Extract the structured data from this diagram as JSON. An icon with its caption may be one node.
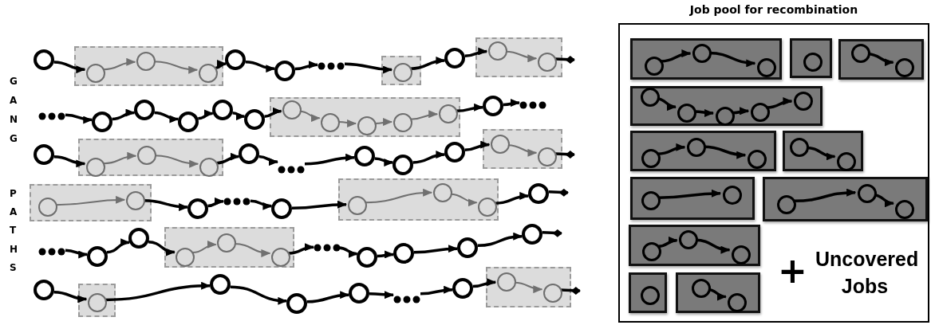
{
  "diagram": {
    "nodes": [
      {
        "text": [],
        "shape": "circle"
      },
      {
        "text": [],
        "shape": "box"
      },
      {
        "text": [],
        "shape": "circle",
        "in": 1
      },
      {
        "text": [],
        "shape": "circle",
        "in": 1
      },
      {
        "text": [],
        "shape": "circle",
        "in": 1
      },
      {
        "text": [],
        "shape": "circle"
      },
      {
        "text": [],
        "shape": "circle"
      },
      {
        "text": [],
        "shape": "dots"
      },
      {
        "text": [],
        "shape": "box"
      },
      {
        "text": [],
        "shape": "circle",
        "in": 8
      },
      {
        "text": [],
        "shape": "circle"
      },
      {
        "text": [],
        "shape": "box"
      },
      {
        "text": [],
        "shape": "circle",
        "in": 11
      },
      {
        "text": [],
        "shape": "circle",
        "in": 11
      },
      {
        "text": [],
        "shape": "dots"
      },
      {
        "text": [],
        "shape": "circle"
      },
      {
        "text": [],
        "shape": "circle"
      },
      {
        "text": [],
        "shape": "circle"
      },
      {
        "text": [],
        "shape": "circle"
      },
      {
        "text": [],
        "shape": "circle"
      },
      {
        "text": [],
        "shape": "box"
      },
      {
        "text": [],
        "shape": "circle",
        "in": 20
      },
      {
        "text": [],
        "shape": "circle",
        "in": 20
      },
      {
        "text": [],
        "shape": "circle",
        "in": 20
      },
      {
        "text": [],
        "shape": "circle",
        "in": 20
      },
      {
        "text": [],
        "shape": "circle",
        "in": 20
      },
      {
        "text": [],
        "shape": "circle"
      },
      {
        "text": [],
        "shape": "dots"
      },
      {
        "text": [],
        "shape": "circle"
      },
      {
        "text": [],
        "shape": "box"
      },
      {
        "text": [],
        "shape": "circle",
        "in": 29
      },
      {
        "text": [],
        "shape": "circle",
        "in": 29
      },
      {
        "text": [],
        "shape": "circle",
        "in": 29
      },
      {
        "text": [],
        "shape": "circle"
      },
      {
        "text": [],
        "shape": "dots"
      },
      {
        "text": [],
        "shape": "circle"
      },
      {
        "text": [],
        "shape": "circle"
      },
      {
        "text": [],
        "shape": "circle"
      },
      {
        "text": [],
        "shape": "box"
      },
      {
        "text": [],
        "shape": "circle",
        "in": 38
      },
      {
        "text": [],
        "shape": "circle",
        "in": 38
      },
      {
        "text": [],
        "shape": "box"
      },
      {
        "text": [],
        "shape": "circle",
        "in": 41
      },
      {
        "text": [],
        "shape": "circle",
        "in": 41
      },
      {
        "text": [],
        "shape": "circle"
      },
      {
        "text": [],
        "shape": "dots"
      },
      {
        "text": [],
        "shape": "circle"
      },
      {
        "text": [],
        "shape": "box"
      },
      {
        "text": [],
        "shape": "circle",
        "in": 47
      },
      {
        "text": [],
        "shape": "circle",
        "in": 47
      },
      {
        "text": [],
        "shape": "circle",
        "in": 47
      },
      {
        "text": [],
        "shape": "circle"
      },
      {
        "text": [],
        "shape": "dots"
      },
      {
        "text": [],
        "shape": "circle"
      },
      {
        "text": [],
        "shape": "circle"
      },
      {
        "text": [],
        "shape": "box"
      },
      {
        "text": [],
        "shape": "circle",
        "in": 55
      },
      {
        "text": [],
        "shape": "circle",
        "in": 55
      },
      {
        "text": [],
        "shape": "circle",
        "in": 55
      },
      {
        "text": [],
        "shape": "dots"
      },
      {
        "text": [],
        "shape": "circle"
      },
      {
        "text": [],
        "shape": "circle"
      },
      {
        "text": [],
        "shape": "circle"
      },
      {
        "text": [],
        "shape": "circle"
      },
      {
        "text": [],
        "shape": "circle"
      },
      {
        "text": [],
        "shape": "box"
      },
      {
        "text": [],
        "shape": "circle",
        "in": 65
      },
      {
        "text": [],
        "shape": "circle"
      },
      {
        "text": [],
        "shape": "circle"
      },
      {
        "text": [],
        "shape": "circle"
      },
      {
        "text": [],
        "shape": "dots"
      },
      {
        "text": [],
        "shape": "circle"
      },
      {
        "text": [],
        "shape": "box"
      },
      {
        "text": [],
        "shape": "circle",
        "in": 72
      },
      {
        "text": [],
        "shape": "circle",
        "in": 72
      },
      {
        "text": [
          "Job pool for recombination"
        ]
      },
      {
        "text": [],
        "shape": "box",
        "in": 75
      },
      {
        "text": [],
        "shape": "circle",
        "in": 76
      },
      {
        "text": [],
        "shape": "circle",
        "in": 76
      },
      {
        "text": [],
        "shape": "circle",
        "in": 76
      },
      {
        "text": [],
        "shape": "box",
        "in": 75
      },
      {
        "text": [],
        "shape": "circle",
        "in": 80
      },
      {
        "text": [],
        "shape": "box",
        "in": 75
      },
      {
        "text": [],
        "shape": "circle",
        "in": 82
      },
      {
        "text": [],
        "shape": "circle",
        "in": 82
      },
      {
        "text": [],
        "shape": "box",
        "in": 75
      },
      {
        "text": [],
        "shape": "circle",
        "in": 85
      },
      {
        "text": [],
        "shape": "circle",
        "in": 85
      },
      {
        "text": [],
        "shape": "circle",
        "in": 85
      },
      {
        "text": [],
        "shape": "circle",
        "in": 85
      },
      {
        "text": [],
        "shape": "circle",
        "in": 85
      },
      {
        "text": [],
        "shape": "box",
        "in": 75
      },
      {
        "text": [],
        "shape": "circle",
        "in": 91
      },
      {
        "text": [],
        "shape": "circle",
        "in": 91
      },
      {
        "text": [],
        "shape": "circle",
        "in": 91
      },
      {
        "text": [],
        "shape": "box",
        "in": 75
      },
      {
        "text": [],
        "shape": "circle",
        "in": 95
      },
      {
        "text": [],
        "shape": "circle",
        "in": 95
      },
      {
        "text": [],
        "shape": "box",
        "in": 75
      },
      {
        "text": [],
        "shape": "circle",
        "in": 98
      },
      {
        "text": [],
        "shape": "circle",
        "in": 98
      },
      {
        "text": [],
        "shape": "box",
        "in": 75
      },
      {
        "text": [],
        "shape": "circle",
        "in": 101
      },
      {
        "text": [],
        "shape": "circle",
        "in": 101
      },
      {
        "text": [],
        "shape": "circle",
        "in": 101
      },
      {
        "text": [],
        "shape": "box",
        "in": 75
      },
      {
        "text": [],
        "shape": "circle",
        "in": 105
      },
      {
        "text": [],
        "shape": "circle",
        "in": 105
      },
      {
        "text": [],
        "shape": "circle",
        "in": 105
      },
      {
        "text": [],
        "shape": "box",
        "in": 75
      },
      {
        "text": [],
        "shape": "circle",
        "in": 109
      },
      {
        "text": [],
        "shape": "box",
        "in": 75
      },
      {
        "text": [],
        "shape": "circle",
        "in": 111
      },
      {
        "text": [],
        "shape": "circle",
        "in": 111
      }
    ],
    "edges": [
      {
        "from": 0,
        "to": 2,
        "arrow": "to"
      },
      {
        "from": 2,
        "to": 3,
        "arrow": "to",
        "color": "#707070"
      },
      {
        "from": 3,
        "to": 4,
        "arrow": "to",
        "color": "#707070"
      },
      {
        "from": 4,
        "to": 5,
        "arrow": "to"
      },
      {
        "from": 5,
        "to": 6,
        "arrow": "to"
      },
      {
        "from": 6,
        "to": 7,
        "arrow": "to"
      },
      {
        "from": 7,
        "to": 9,
        "arrow": "to"
      },
      {
        "from": 9,
        "to": 10,
        "arrow": "to"
      },
      {
        "from": 10,
        "to": 12,
        "arrow": "to"
      },
      {
        "from": 12,
        "to": 13,
        "arrow": "to",
        "color": "#707070"
      },
      {
        "from": 13,
        "to": null,
        "arrow": "other"
      },
      {
        "from": 14,
        "to": 15,
        "arrow": "to"
      },
      {
        "from": 15,
        "to": 16,
        "arrow": "to"
      },
      {
        "from": 16,
        "to": 17,
        "arrow": "to"
      },
      {
        "from": 17,
        "to": 18,
        "arrow": "to"
      },
      {
        "from": 18,
        "to": 19,
        "arrow": "to"
      },
      {
        "from": 19,
        "to": 21,
        "arrow": "to"
      },
      {
        "from": 21,
        "to": 22,
        "arrow": "to",
        "color": "#707070"
      },
      {
        "from": 22,
        "to": 23,
        "arrow": "to",
        "color": "#707070"
      },
      {
        "from": 23,
        "to": 24,
        "arrow": "to",
        "color": "#707070"
      },
      {
        "from": 24,
        "to": 25,
        "arrow": "to",
        "color": "#707070"
      },
      {
        "from": 25,
        "to": 26,
        "arrow": "to"
      },
      {
        "from": 26,
        "to": 27,
        "arrow": "to"
      },
      {
        "from": 28,
        "to": 30,
        "arrow": "to"
      },
      {
        "from": 30,
        "to": 31,
        "arrow": "to",
        "color": "#707070"
      },
      {
        "from": 31,
        "to": 32,
        "arrow": "to",
        "color": "#707070"
      },
      {
        "from": 32,
        "to": 33,
        "arrow": "to"
      },
      {
        "from": 33,
        "to": 34,
        "arrow": "to"
      },
      {
        "from": 34,
        "to": 35,
        "arrow": "to"
      },
      {
        "from": 35,
        "to": 36,
        "arrow": "to"
      },
      {
        "from": 36,
        "to": 37,
        "arrow": "to"
      },
      {
        "from": 37,
        "to": 39,
        "arrow": "to"
      },
      {
        "from": 39,
        "to": 40,
        "arrow": "to",
        "color": "#707070"
      },
      {
        "from": 40,
        "to": null,
        "arrow": "other"
      },
      {
        "from": 42,
        "to": 43,
        "arrow": "to",
        "color": "#707070"
      },
      {
        "from": 43,
        "to": 44,
        "arrow": "to"
      },
      {
        "from": 44,
        "to": 45,
        "arrow": "to"
      },
      {
        "from": 45,
        "to": 46,
        "arrow": "to"
      },
      {
        "from": 46,
        "to": 48,
        "arrow": "to"
      },
      {
        "from": 48,
        "to": 49,
        "arrow": "to",
        "color": "#707070"
      },
      {
        "from": 49,
        "to": 50,
        "arrow": "to",
        "color": "#707070"
      },
      {
        "from": 50,
        "to": 51,
        "arrow": "to"
      },
      {
        "from": 51,
        "to": null,
        "arrow": "other"
      },
      {
        "from": 52,
        "to": 53,
        "arrow": "to"
      },
      {
        "from": 53,
        "to": 54,
        "arrow": "to"
      },
      {
        "from": 54,
        "to": 56,
        "arrow": "to"
      },
      {
        "from": 56,
        "to": 57,
        "arrow": "to",
        "color": "#707070"
      },
      {
        "from": 57,
        "to": 58,
        "arrow": "to",
        "color": "#707070"
      },
      {
        "from": 58,
        "to": 59,
        "arrow": "to"
      },
      {
        "from": 59,
        "to": 60,
        "arrow": "to"
      },
      {
        "from": 60,
        "to": 61,
        "arrow": "to"
      },
      {
        "from": 61,
        "to": 62,
        "arrow": "to"
      },
      {
        "from": 62,
        "to": 63,
        "arrow": "to"
      },
      {
        "from": 63,
        "to": null,
        "arrow": "other"
      },
      {
        "from": 64,
        "to": 66,
        "arrow": "to"
      },
      {
        "from": 66,
        "to": 67,
        "arrow": "to"
      },
      {
        "from": 67,
        "to": 68,
        "arrow": "to"
      },
      {
        "from": 68,
        "to": 69,
        "arrow": "to"
      },
      {
        "from": 69,
        "to": 70,
        "arrow": "to"
      },
      {
        "from": 70,
        "to": 71,
        "arrow": "to"
      },
      {
        "from": 71,
        "to": 73,
        "arrow": "to"
      },
      {
        "from": 73,
        "to": 74,
        "arrow": "to",
        "color": "#707070"
      },
      {
        "from": 74,
        "to": null,
        "arrow": "other"
      },
      {
        "from": 77,
        "to": 78,
        "arrow": "to"
      },
      {
        "from": 78,
        "to": 79,
        "arrow": "to"
      },
      {
        "from": 83,
        "to": 84,
        "arrow": "to"
      },
      {
        "from": 86,
        "to": 87,
        "arrow": "to"
      },
      {
        "from": 87,
        "to": 88,
        "arrow": "to"
      },
      {
        "from": 88,
        "to": 89,
        "arrow": "to"
      },
      {
        "from": 89,
        "to": 90,
        "arrow": "to"
      },
      {
        "from": 92,
        "to": 93,
        "arrow": "to"
      },
      {
        "from": 93,
        "to": 94,
        "arrow": "to"
      },
      {
        "from": 96,
        "to": 97,
        "arrow": "to"
      },
      {
        "from": 99,
        "to": 100,
        "arrow": "to"
      },
      {
        "from": 102,
        "to": 103,
        "arrow": "to"
      },
      {
        "from": 103,
        "to": 104,
        "arrow": "to"
      },
      {
        "from": 106,
        "to": 107,
        "arrow": "to"
      },
      {
        "from": 107,
        "to": 108,
        "arrow": "to"
      },
      {
        "from": 112,
        "to": 113,
        "arrow": "to"
      }
    ],
    "labels": [
      "G",
      "A",
      "N",
      "G",
      "P",
      "A",
      "T",
      "H",
      "S",
      "+",
      "Uncovered Jobs"
    ]
  }
}
